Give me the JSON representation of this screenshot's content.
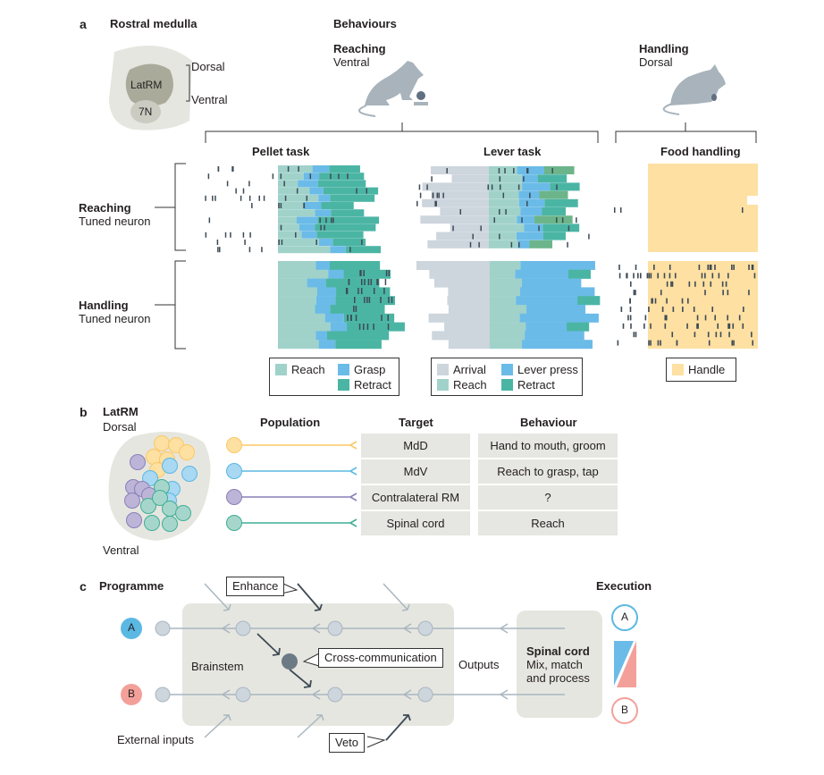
{
  "panel_a": {
    "letter": "a",
    "title": "Rostral medulla",
    "brain_labels": {
      "latrm": "LatRM",
      "seven_n": "7N",
      "dorsal": "Dorsal",
      "ventral": "Ventral"
    },
    "behaviours_title": "Behaviours",
    "reaching": {
      "title": "Reaching",
      "subtitle": "Ventral"
    },
    "handling": {
      "title": "Handling",
      "subtitle": "Dorsal"
    },
    "tasks": [
      "Pellet task",
      "Lever task",
      "Food handling"
    ],
    "row_labels": [
      {
        "title": "Reaching",
        "subtitle": "Tuned neuron"
      },
      {
        "title": "Handling",
        "subtitle": "Tuned neuron"
      }
    ],
    "legends": {
      "pellet": [
        {
          "label": "Reach",
          "color": "#a0d2ca"
        },
        {
          "label": "Grasp",
          "color": "#6bbbe8"
        },
        {
          "label": "Retract",
          "color": "#4bb5a4"
        }
      ],
      "lever": [
        {
          "label": "Arrival",
          "color": "#cdd5dd"
        },
        {
          "label": "Lever press",
          "color": "#6bbbe8"
        },
        {
          "label": "Reach",
          "color": "#a0d2ca"
        },
        {
          "label": "Retract",
          "color": "#4bb5a4"
        }
      ],
      "food": [
        {
          "label": "Handle",
          "color": "#fde0a2"
        }
      ]
    }
  },
  "panel_b": {
    "letter": "b",
    "title": "LatRM",
    "dorsal": "Dorsal",
    "ventral": "Ventral",
    "headers": {
      "population": "Population",
      "target": "Target",
      "behaviour": "Behaviour"
    },
    "rows": [
      {
        "color": "#fbc864",
        "fill": "#fde0a2",
        "target": "MdD",
        "behaviour": "Hand to mouth, groom"
      },
      {
        "color": "#5bb8e3",
        "fill": "#a8d8f2",
        "target": "MdV",
        "behaviour": "Reach to grasp, tap"
      },
      {
        "color": "#8a7fb8",
        "fill": "#bdb5d8",
        "target": "Contralateral RM",
        "behaviour": "?"
      },
      {
        "color": "#3fae96",
        "fill": "#a6d6cb",
        "target": "Spinal cord",
        "behaviour": "Reach"
      }
    ]
  },
  "panel_c": {
    "letter": "c",
    "title": "Programme",
    "execution": "Execution",
    "program_a": "A",
    "program_b": "B",
    "brainstem": "Brainstem",
    "outputs": "Outputs",
    "external_inputs": "External inputs",
    "callouts": {
      "enhance": "Enhance",
      "cross": "Cross-communication",
      "veto": "Veto"
    },
    "spinal": {
      "title": "Spinal cord",
      "line1": "Mix, match",
      "line2": "and process"
    },
    "colors": {
      "a": "#5bb8e3",
      "b": "#f4a09a"
    }
  }
}
